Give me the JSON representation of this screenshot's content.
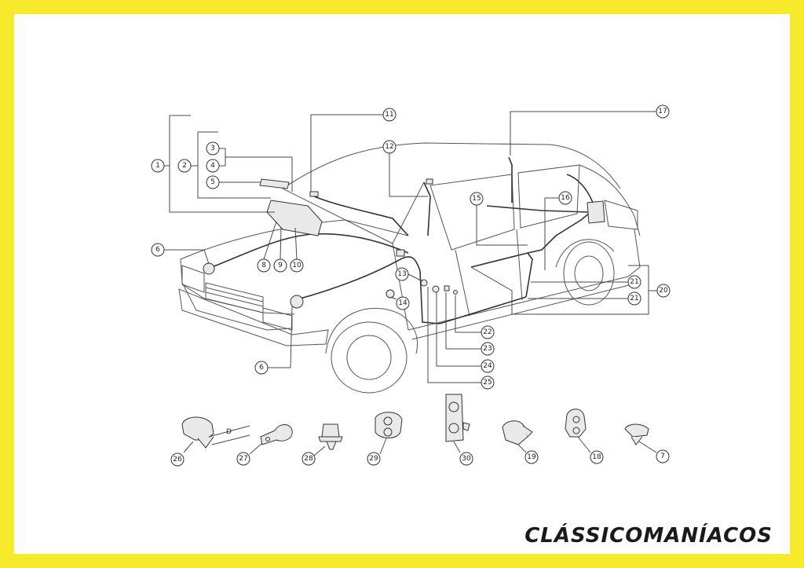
{
  "callouts": {
    "c1": "1",
    "c2": "2",
    "c3": "3",
    "c4": "4",
    "c5": "5",
    "c6a": "6",
    "c6b": "6",
    "c7": "7",
    "c8": "8",
    "c9": "9",
    "c10": "10",
    "c11": "11",
    "c12": "12",
    "c13": "13",
    "c14": "14",
    "c15": "15",
    "c16": "16",
    "c17": "17",
    "c18": "18",
    "c19": "19",
    "c20": "20",
    "c21a": "21",
    "c21b": "21",
    "c22": "22",
    "c23": "23",
    "c24": "24",
    "c25": "25",
    "c26": "26",
    "c27": "27",
    "c28": "28",
    "c29": "29",
    "c30": "30"
  },
  "dimension_label": "D",
  "watermark": "CLÁSSICOMANÍACOS",
  "colors": {
    "frame": "#f7ea2a",
    "paper": "#ffffff",
    "ink": "#333333"
  }
}
